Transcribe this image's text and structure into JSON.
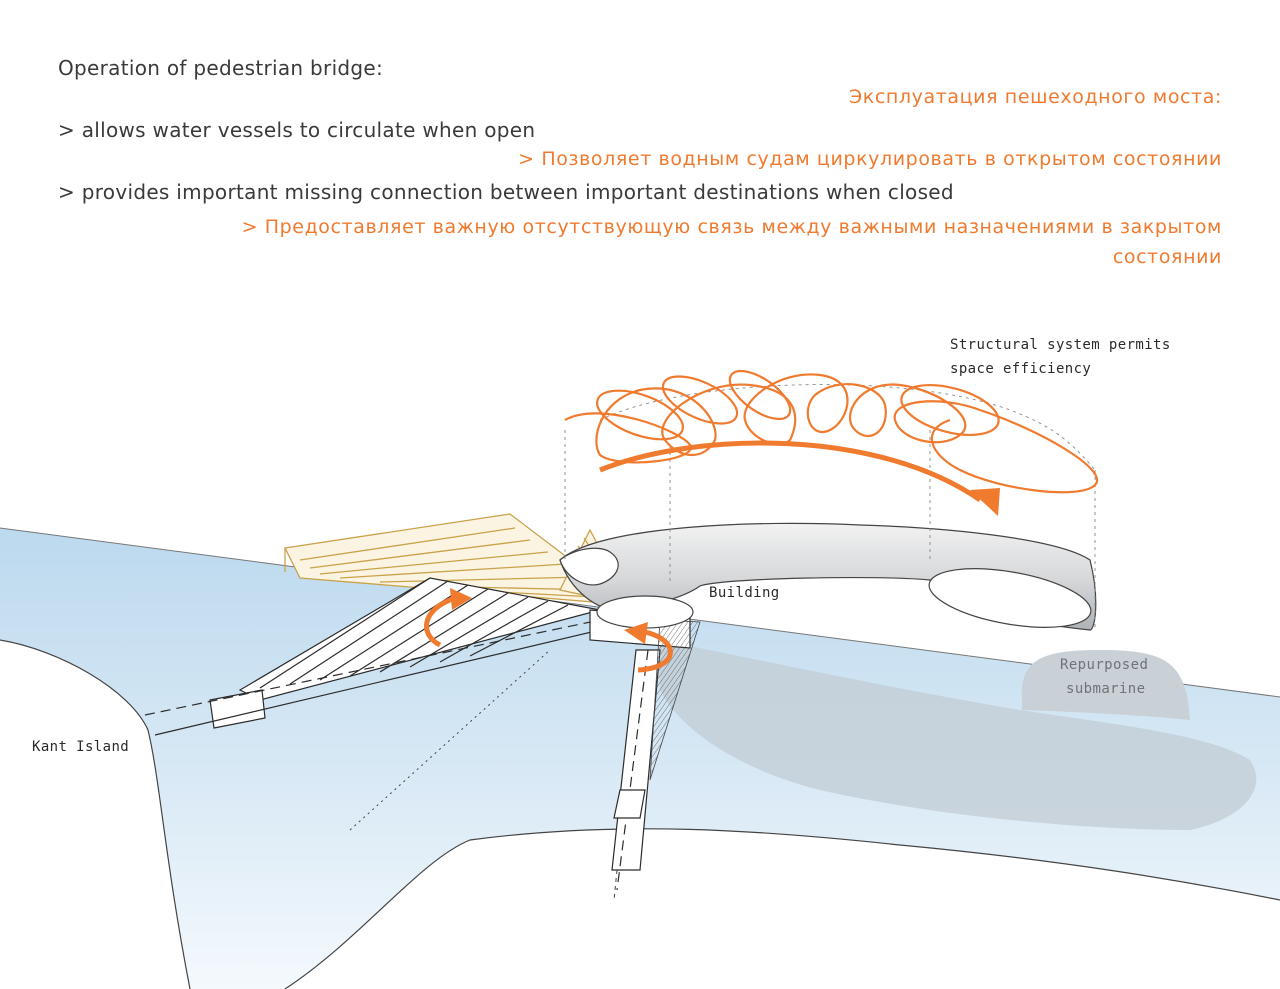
{
  "heading": {
    "title_en": "Operation of pedestrian bridge:",
    "title_ru": "Эксплуатация пешеходного моста:",
    "items": [
      {
        "en": "> allows water vessels to circulate when open",
        "ru": "> Позволяет водным судам циркулировать в открытом состоянии"
      },
      {
        "en": "> provides important missing connection between important destinations when closed",
        "ru_line1": "> Предоставляет важную отсутствующую связь между важными назначениями в закрытом",
        "ru_line2": "состоянии"
      }
    ]
  },
  "labels": {
    "structural_line1": "Structural system permits",
    "structural_line2": "space efficiency",
    "building": "Building",
    "submarine_line1": "Repurposed",
    "submarine_line2": "submarine",
    "island": "Kant Island"
  },
  "colors": {
    "accent_orange": "#f07a2e",
    "text_dark": "#3a3a3a",
    "water_blue": "#cfe4f2",
    "bridge_open_yellow": "#c9a24a",
    "submarine_grey": "#b7bfc6"
  },
  "icons": [
    "rotation-arrow-icon",
    "rotation-arrow-icon",
    "curved-arrow-icon"
  ]
}
